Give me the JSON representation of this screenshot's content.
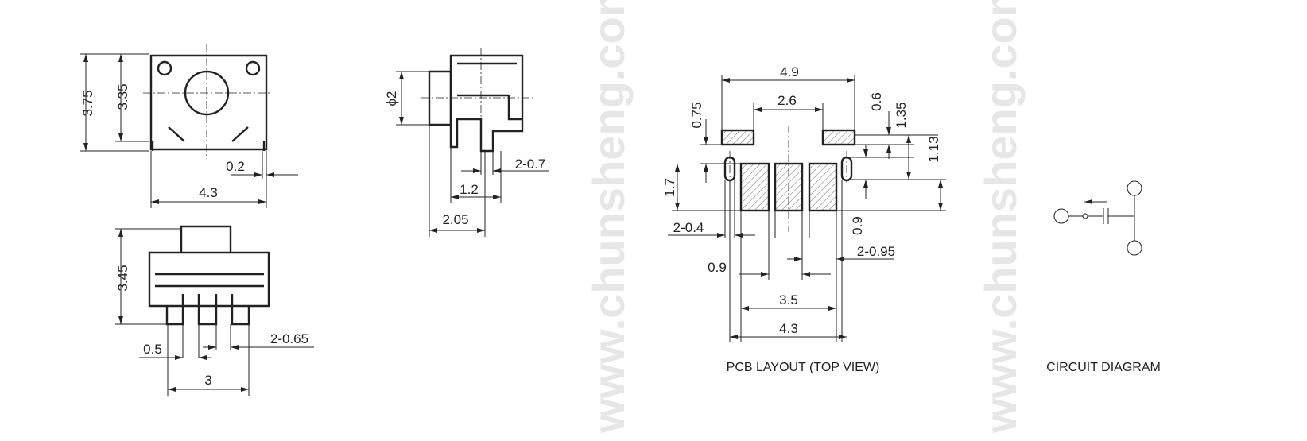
{
  "watermark": {
    "left": "www.chunsheng.com",
    "right": "www.chunsheng.com"
  },
  "top_view": {
    "dims": {
      "h_total": "3.75",
      "h_body": "3.35",
      "pin_w": "0.2",
      "width": "4.3"
    }
  },
  "front_view": {
    "dims": {
      "height": "3.45",
      "pin_gap": "0.5",
      "pin_w": "2-0.65",
      "pitch": "3"
    }
  },
  "side_view": {
    "dims": {
      "diameter": "ϕ2",
      "pin_w": "2-0.7",
      "pin_span": "1.2",
      "depth": "2.05"
    }
  },
  "pcb_layout": {
    "title": "PCB LAYOUT (TOP VIEW)",
    "dims": {
      "outer": "4.9",
      "inner": "2.6",
      "pad_h": "0.75",
      "row_h": "1.7",
      "hole": "2-0.4",
      "gap": "0.9",
      "pad_w": "2-0.95",
      "span_35": "3.5",
      "span_43": "4.3",
      "top_06": "0.6",
      "top_135": "1.35",
      "side_113": "1.13",
      "side_09": "0.9"
    }
  },
  "circuit": {
    "title": "CIRCUIT DIAGRAM"
  },
  "colors": {
    "line": "#222222",
    "watermark": "#e6e6e6"
  }
}
